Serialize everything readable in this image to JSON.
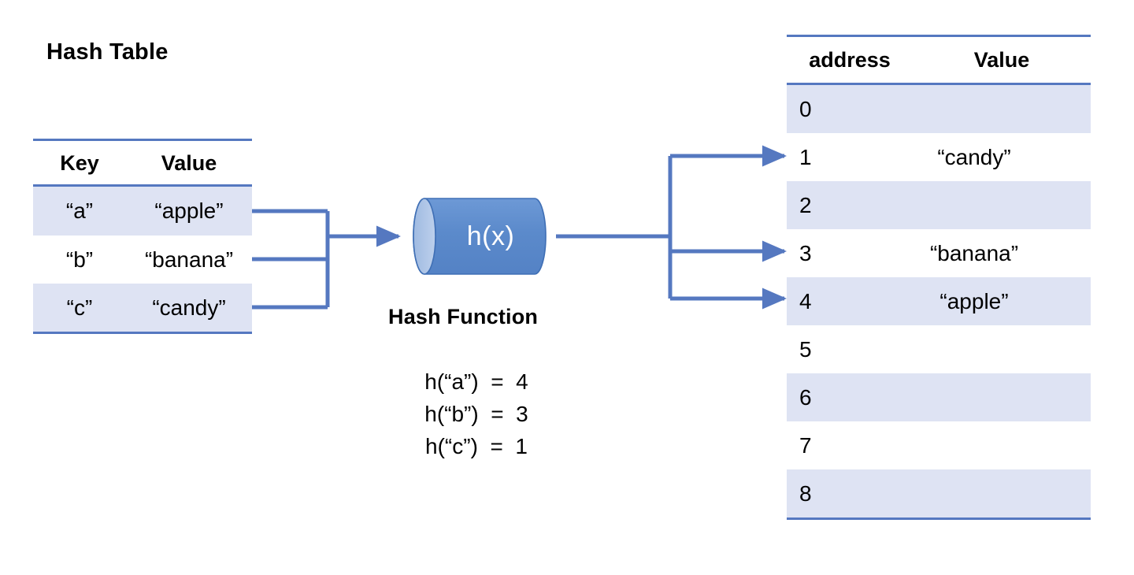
{
  "titles": {
    "hash_table": "Hash Table",
    "hash_function": "Hash Function"
  },
  "cylinder": {
    "label": "h(x)",
    "fill_color": "#5b8acb",
    "face_color": "#a8c0e4",
    "stroke_color": "#3f6fb5"
  },
  "connector": {
    "color": "#5578c0"
  },
  "kv_table": {
    "headers": [
      "Key",
      "Value"
    ],
    "rows": [
      {
        "key": "“a”",
        "value": "“apple”",
        "shaded": true
      },
      {
        "key": "“b”",
        "value": "“banana”",
        "shaded": false
      },
      {
        "key": "“c”",
        "value": "“candy”",
        "shaded": true
      }
    ]
  },
  "address_table": {
    "headers": [
      "address",
      "Value"
    ],
    "rows": [
      {
        "address": "0",
        "value": "",
        "shaded": true
      },
      {
        "address": "1",
        "value": "“candy”",
        "shaded": false
      },
      {
        "address": "2",
        "value": "",
        "shaded": true
      },
      {
        "address": "3",
        "value": "“banana”",
        "shaded": false
      },
      {
        "address": "4",
        "value": "“apple”",
        "shaded": true
      },
      {
        "address": "5",
        "value": "",
        "shaded": false
      },
      {
        "address": "6",
        "value": "",
        "shaded": true
      },
      {
        "address": "7",
        "value": "",
        "shaded": false
      },
      {
        "address": "8",
        "value": "",
        "shaded": true
      }
    ]
  },
  "formulas": [
    "h(“a”)  =  4",
    "h(“b”)  =  3",
    "h(“c”)  =  1"
  ],
  "colors": {
    "row_shade": "#dee3f3",
    "rule": "#5578c0",
    "arrow": "#5578c0",
    "text": "#000000"
  }
}
